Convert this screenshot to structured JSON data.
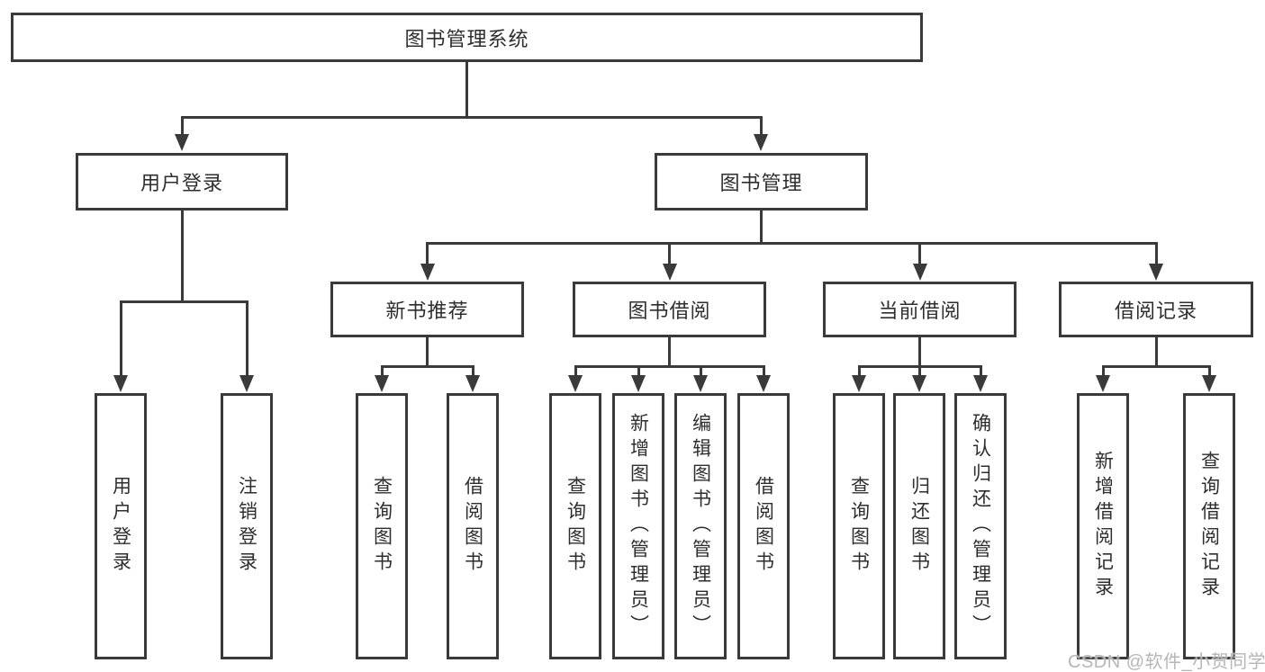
{
  "diagram": {
    "root": "图书管理系统",
    "level2": {
      "user_login": "用户登录",
      "book_management": "图书管理"
    },
    "level3": {
      "new_book_recommend": "新书推荐",
      "book_borrow": "图书借阅",
      "current_borrow": "当前借阅",
      "borrow_records": "借阅记录"
    },
    "leaves": {
      "user_login": "用户登录",
      "logout": "注销登录",
      "newbook_query": "查询图书",
      "newbook_borrow": "借阅图书",
      "borrow_query": "查询图书",
      "borrow_add": "新增图书（管理员）",
      "borrow_edit": "编辑图书（管理员）",
      "borrow_do": "借阅图书",
      "current_query": "查询图书",
      "current_return": "归还图书",
      "current_confirm": "确认归还（管理员）",
      "records_add": "新增借阅记录",
      "records_query": "查询借阅记录"
    }
  },
  "watermark": "CSDN @软件_小贺同学",
  "colors": {
    "line": "#3a3a3a",
    "border": "#3a3a3a",
    "text": "#2e2e2e",
    "background": "#ffffff",
    "watermark": "#b2b2b2"
  }
}
